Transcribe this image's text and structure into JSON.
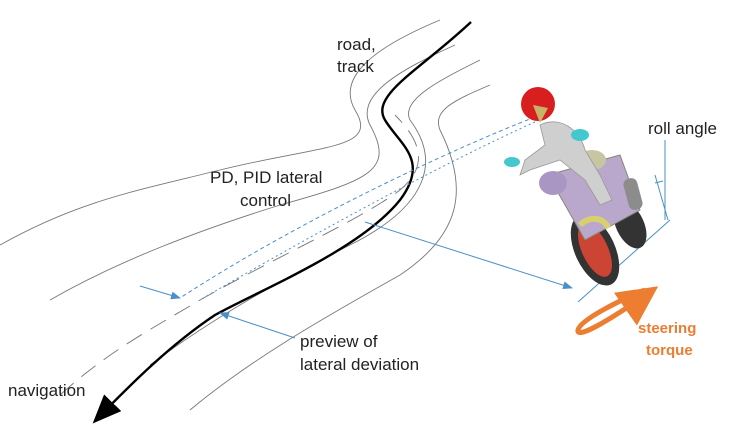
{
  "labels": {
    "road_line1": "road,",
    "road_line2": "track",
    "control_line1": "PD, PID lateral",
    "control_line2": "control",
    "preview_line1": "preview of",
    "preview_line2": "lateral deviation",
    "navigation": "navigation",
    "roll_angle": "roll angle",
    "steering_line1": "steering",
    "steering_line2": "torque"
  },
  "colors": {
    "path": "#000000",
    "road": "#777777",
    "annotation": "#4A90C8",
    "torque": "#ED7D31",
    "helmet": "#D81E1E"
  }
}
